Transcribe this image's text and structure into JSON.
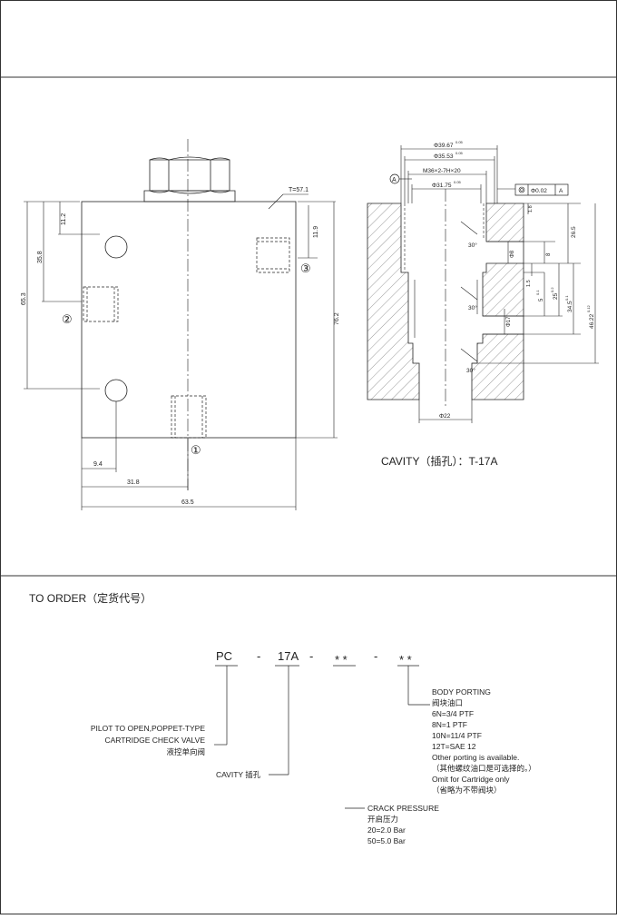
{
  "front_view": {
    "dims": {
      "top_port_offset": "11.2",
      "port_depth_label": "35.8",
      "left_height": "65.3",
      "right_port_offset": "11.9",
      "body_height": "76.2",
      "port1_x": "9.4",
      "center_x": "31.8",
      "body_width": "63.5",
      "thread_note": "T=57.1"
    },
    "ports": {
      "p1": "①",
      "p2": "②",
      "p3": "③"
    }
  },
  "cavity_view": {
    "dims": {
      "d1": "Φ39.67",
      "d1_tol": "0.05",
      "d2": "Φ35.53",
      "d2_tol": "0.05",
      "thread": "M36×2-7H×20",
      "d3": "Φ31.75",
      "d3_tol": "0.05",
      "datum": "A",
      "tolerance_value": "Φ0.02",
      "tolerance_ref": "A",
      "v_1_8": "1.8",
      "v_26_5": "26.5",
      "v_phi8": "Φ8",
      "v_8": "8",
      "v_1_5": "1.5",
      "v_5": "5",
      "v_5_tol": "0.1",
      "v_25": "25",
      "v_25_tol": "0.2",
      "v_34_5": "34.5",
      "v_34_5_tol": "0.1",
      "v_46_22": "46.22",
      "v_46_22_tol": "0.12",
      "v_phi17": "Φ17",
      "angle": "30°",
      "bottom_dia": "Φ22"
    },
    "caption": "CAVITY（插孔）：T-17A"
  },
  "order": {
    "heading": "TO ORDER（定货代号）",
    "code": {
      "prefix": "PC",
      "dash": "-",
      "cavity": "17A",
      "stars": "* *"
    },
    "valve_desc": [
      "PILOT TO OPEN,POPPET-TYPE",
      "CARTRIDGE CHECK VALVE",
      "液控单向阀"
    ],
    "cavity_label": "CAVITY  插孔",
    "body_porting": [
      "BODY PORTING",
      "阀块油口",
      "6N=3/4 PTF",
      "8N=1 PTF",
      "10N=11/4 PTF",
      "12T=SAE  12",
      "Other porting is available.",
      "（其他螺纹油口是可选择的。）",
      "Omit for Cartridge only",
      "（省略为不带阀块）"
    ],
    "crack_pressure": [
      "CRACK PRESSURE",
      "开启压力",
      "20=2.0 Bar",
      "50=5.0 Bar"
    ]
  }
}
